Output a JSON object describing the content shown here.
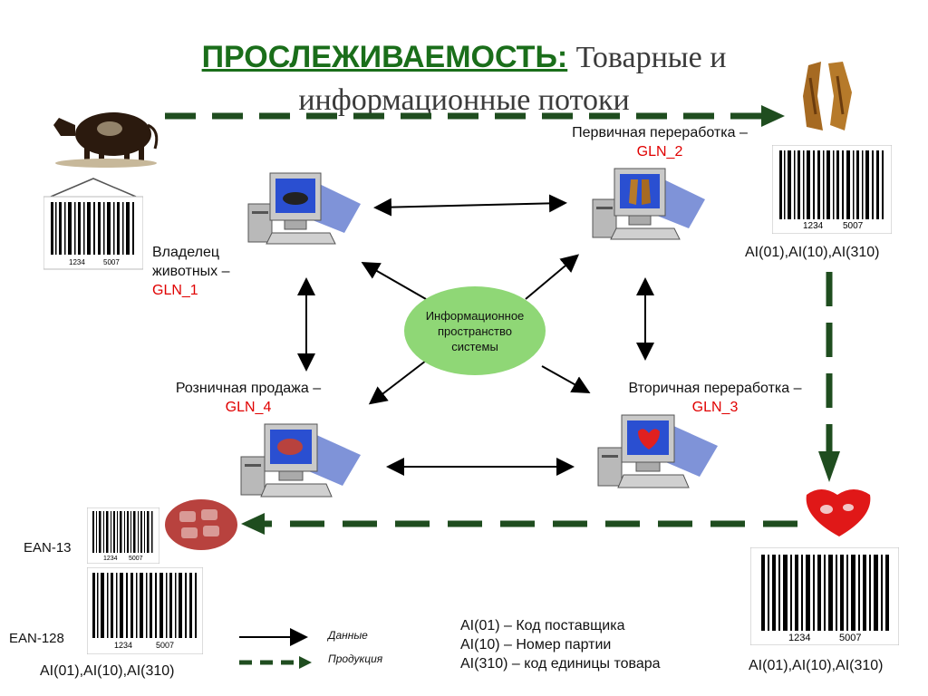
{
  "title": {
    "main": "ПРОСЛЕЖИВАЕМОСТЬ:",
    "rest_line1": "Товарные и",
    "rest_line2": "информационные потоки"
  },
  "nodes": {
    "owner": {
      "line1": "Владелец",
      "line2": "животных –",
      "gln": "GLN_1"
    },
    "primary": {
      "line1": "Первичная переработка –",
      "gln": "GLN_2"
    },
    "secondary": {
      "line1": "Вторичная переработка –",
      "gln": "GLN_3"
    },
    "retail": {
      "line1": "Розничная продажа –",
      "gln": "GLN_4"
    }
  },
  "center": {
    "line1": "Информационное",
    "line2": "пространство",
    "line3": "системы"
  },
  "barcodes": {
    "top_right_ai": "AI(01),AI(10),AI(310)",
    "bottom_right_ai": "AI(01),AI(10),AI(310)",
    "bottom_left_ai": "AI(01),AI(10),AI(310)",
    "ean13": "EAN-13",
    "ean128": "EAN-128",
    "digits_a": "1234",
    "digits_b": "5007"
  },
  "legend": {
    "data": "Данные",
    "product": "Продукция"
  },
  "ai_legend": {
    "line1": "AI(01) – Код поставщика",
    "line2": "AI(10) – Номер партии",
    "line3": "AI(310) – код единицы товара"
  },
  "colors": {
    "title_green": "#1a6e1a",
    "arrow_green": "#1f4d1f",
    "gln_red": "#e00000",
    "ellipse": "#8fd776"
  },
  "icons": [
    "cow-icon",
    "carcass-icon",
    "computer-icon",
    "meat-icon",
    "barcode-icon"
  ]
}
